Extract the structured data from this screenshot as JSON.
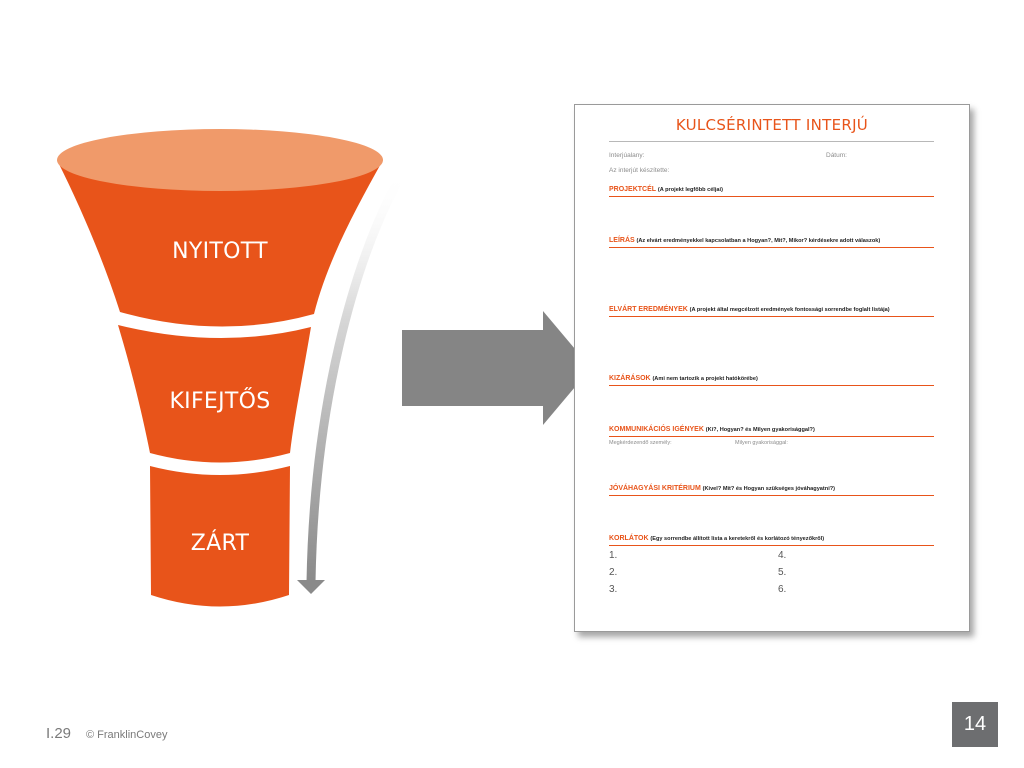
{
  "funnel": {
    "segments": [
      {
        "label": "NYITOTT"
      },
      {
        "label": "KIFEJTŐS"
      },
      {
        "label": "ZÁRT"
      }
    ],
    "colors": {
      "body": "#e8541a",
      "top": "#f09a6a",
      "arrow": "#858585"
    }
  },
  "document": {
    "title": "KULCSÉRINTETT INTERJÚ",
    "interviewee_label": "Interjúalany:",
    "date_label": "Dátum:",
    "interviewer_label": "Az interjút készítette:",
    "sections": [
      {
        "title": "PROJEKTCÉL",
        "desc": "(A projekt legfőbb céljai)"
      },
      {
        "title": "LEÍRÁS",
        "desc": "(Az elvárt eredményekkel kapcsolatban a Hogyan?, Mit?, Mikor? kérdésekre adott válaszok)"
      },
      {
        "title": "ELVÁRT EREDMÉNYEK",
        "desc": "(A projekt által megcélzott eredmények fontossági sorrendbe foglalt listája)"
      },
      {
        "title": "KIZÁRÁSOK",
        "desc": "(Ami nem tartozik a projekt hatókörébe)"
      },
      {
        "title": "KOMMUNIKÁCIÓS IGÉNYEK",
        "desc": "(Ki?, Hogyan? és Milyen gyakorisággal?)"
      },
      {
        "title": "JÓVÁHAGYÁSI KRITÉRIUM",
        "desc": "(Kivel? Mit? és Hogyan szükséges jóváhagyatni?)"
      },
      {
        "title": "KORLÁTOK",
        "desc": "(Egy sorrendbe állított lista a keretekről és korlátozó tényezőkről)"
      }
    ],
    "comm_person_label": "Megkérdezendő személy:",
    "comm_freq_label": "Milyen gyakorisággal:",
    "list_numbers": [
      "1.",
      "2.",
      "3.",
      "4.",
      "5.",
      "6."
    ]
  },
  "footer": {
    "page_ref": "I.29",
    "copyright": "© FranklinCovey",
    "slide_number": "14"
  },
  "colors": {
    "accent": "#e8541a",
    "badge": "#6d6e70"
  }
}
